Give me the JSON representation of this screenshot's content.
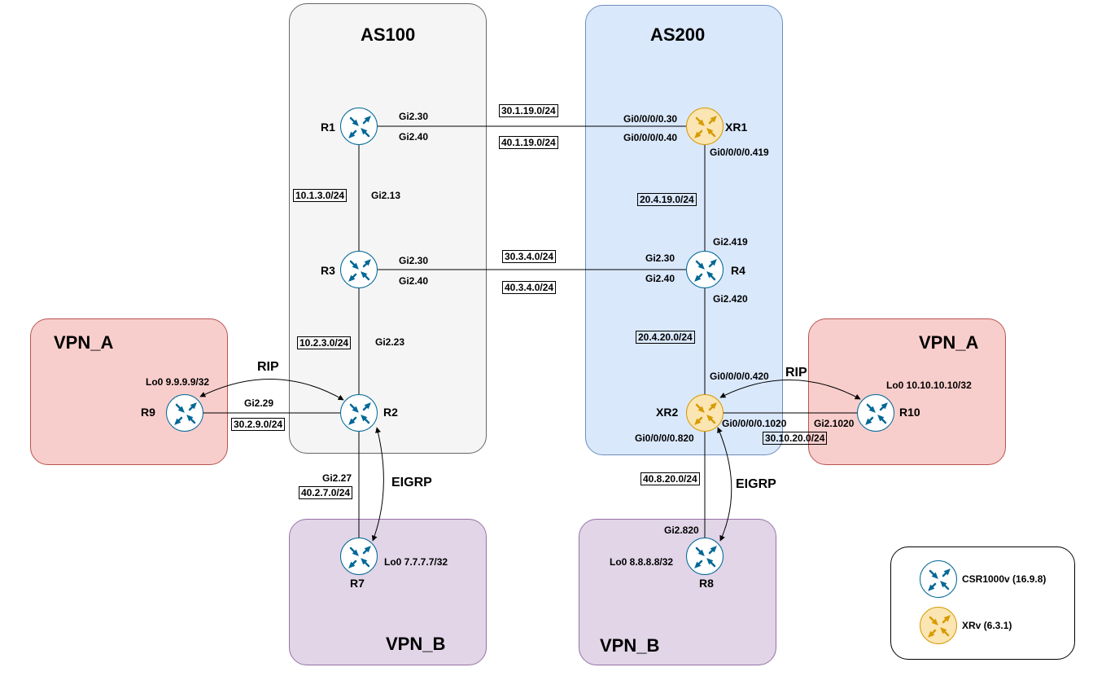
{
  "zones": {
    "as100": "AS100",
    "as200": "AS200",
    "vpn_a_left": "VPN_A",
    "vpn_a_right": "VPN_A",
    "vpn_b_left": "VPN_B",
    "vpn_b_right": "VPN_B"
  },
  "routers": {
    "r1": "R1",
    "r3": "R3",
    "r2": "R2",
    "r9": "R9",
    "r7": "R7",
    "xr1": "XR1",
    "r4": "R4",
    "xr2": "XR2",
    "r10": "R10",
    "r8": "R8"
  },
  "interfaces": {
    "r1_gi230": "Gi2.30",
    "r1_gi240": "Gi2.40",
    "r1_gi213": "Gi2.13",
    "r3_gi230": "Gi2.30",
    "r3_gi240": "Gi2.40",
    "r2_gi223": "Gi2.23",
    "r2_gi229": "Gi2.29",
    "r2_gi227": "Gi2.27",
    "xr1_gi030": "Gi0/0/0/0.30",
    "xr1_gi040": "Gi0/0/0/0.40",
    "xr1_gi0419": "Gi0/0/0/0.419",
    "r4_gi2419": "Gi2.419",
    "r4_gi230": "Gi2.30",
    "r4_gi240": "Gi2.40",
    "r4_gi2420": "Gi2.420",
    "xr2_gi0420": "Gi0/0/0/0.420",
    "xr2_gi01020": "Gi0/0/0/0.1020",
    "xr2_gi0820": "Gi0/0/0/0.820",
    "r10_gi21020": "Gi2.1020",
    "r8_gi2820": "Gi2.820"
  },
  "loopbacks": {
    "r9": "Lo0 9.9.9.9/32",
    "r7": "Lo0 7.7.7.7/32",
    "r10": "Lo0 10.10.10.10/32",
    "r8": "Lo0 8.8.8.8/32"
  },
  "subnets": {
    "s30_1_19": "30.1.19.0/24",
    "s40_1_19": "40.1.19.0/24",
    "s10_1_3": "10.1.3.0/24",
    "s20_4_19": "20.4.19.0/24",
    "s30_3_4": "30.3.4.0/24",
    "s40_3_4": "40.3.4.0/24",
    "s10_2_3": "10.2.3.0/24",
    "s20_4_20": "20.4.20.0/24",
    "s30_2_9": "30.2.9.0/24",
    "s30_10_20": "30.10.20.0/24",
    "s40_2_7": "40.2.7.0/24",
    "s40_8_20": "40.8.20.0/24"
  },
  "protocols": {
    "rip_left": "RIP",
    "rip_right": "RIP",
    "eigrp_left": "EIGRP",
    "eigrp_right": "EIGRP"
  },
  "legend": {
    "csr": "CSR1000v (16.9.8)",
    "xrv": "XRv (6.3.1)"
  },
  "colors": {
    "csr_icon": "#036897",
    "xr_icon": "#d79b00",
    "xr_fill": "#fbe5b3",
    "as100_fill": "#f5f5f5",
    "as200_fill": "#dae8fc",
    "vpn_a_fill": "#f8cecc",
    "vpn_b_fill": "#e1d5e7"
  },
  "icons": {
    "csr": "router-icon",
    "xrv": "router-icon-xr"
  }
}
